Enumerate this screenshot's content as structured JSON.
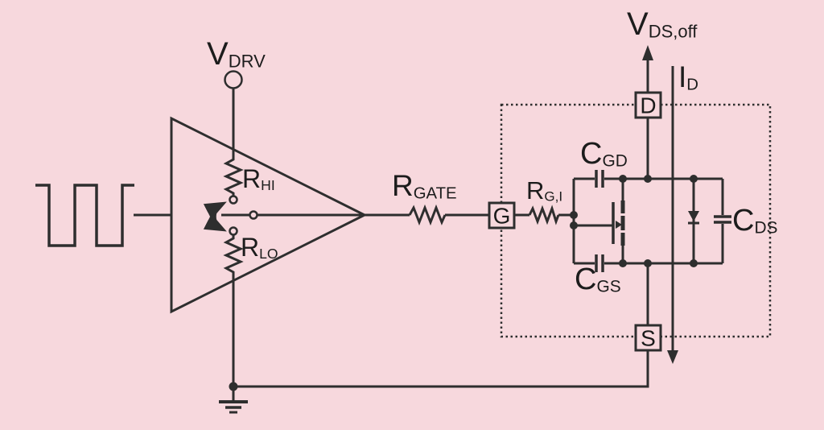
{
  "diagram_type": "mosfet-gate-drive-circuit",
  "colors": {
    "background": "#f7d8dd",
    "line": "#2e2e2e",
    "text": "#1c1c1c"
  },
  "labels": {
    "vdrv": {
      "main": "V",
      "sub": "DRV"
    },
    "rhi": {
      "main": "R",
      "sub": "HI"
    },
    "rlo": {
      "main": "R",
      "sub": "LO"
    },
    "rgate": {
      "main": "R",
      "sub": "GATE"
    },
    "rgi": {
      "main": "R",
      "sub": "G,I"
    },
    "cgd": {
      "main": "C",
      "sub": "GD"
    },
    "cgs": {
      "main": "C",
      "sub": "GS"
    },
    "cds": {
      "main": "C",
      "sub": "DS"
    },
    "vdsoff": {
      "main": "V",
      "sub": "DS,off"
    },
    "id": {
      "main": "I",
      "sub": "D"
    }
  },
  "terminals": {
    "gate": "G",
    "drain": "D",
    "source": "S"
  }
}
